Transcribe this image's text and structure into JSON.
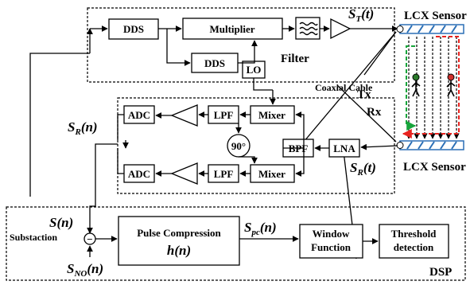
{
  "blocks": {
    "dds_top": "DDS",
    "multiplier": "Multiplier",
    "dds_lo": "DDS",
    "lo": "LO",
    "filter": "Filter",
    "adc_top": "ADC",
    "lpf_top": "LPF",
    "mixer_top": "Mixer",
    "phase": "90°",
    "bpf": "BPF",
    "lna": "LNA",
    "adc_bot": "ADC",
    "lpf_bot": "LPF",
    "mixer_bot": "Mixer",
    "pulse_compression": "Pulse Compression",
    "h_n": "h(n)",
    "window_line1": "Window",
    "window_line2": "Function",
    "threshold_line1": "Threshold",
    "threshold_line2": "detection",
    "summer_sign": "−"
  },
  "labels": {
    "st_main": "S",
    "st_sub": "T",
    "st_tail": "(t)",
    "sr_n_main": "S",
    "sr_n_sub": "R",
    "sr_n_tail": "(n)",
    "sr_t_main": "S",
    "sr_t_sub": "R",
    "sr_t_tail": "(t)",
    "s_n": "S(n)",
    "spc_main": "S",
    "spc_sub": "pc",
    "spc_tail": "(n)",
    "sno_main": "S",
    "sno_sub": "NO",
    "sno_tail": "(n)",
    "lcx_top": "LCX Sensor",
    "lcx_bot": "LCX Sensor",
    "tx": "Tx",
    "rx": "Rx",
    "coax": "Coaxial Cable",
    "substaction": "Substaction",
    "dsp": "DSP"
  },
  "colors": {
    "tx_path": "#e8231f",
    "rx_path": "#17a43b",
    "cable_stripe": "#2b6fb6",
    "line": "#000000"
  },
  "icons": [
    "filter-icon",
    "amplifier-icon",
    "person-icon"
  ]
}
